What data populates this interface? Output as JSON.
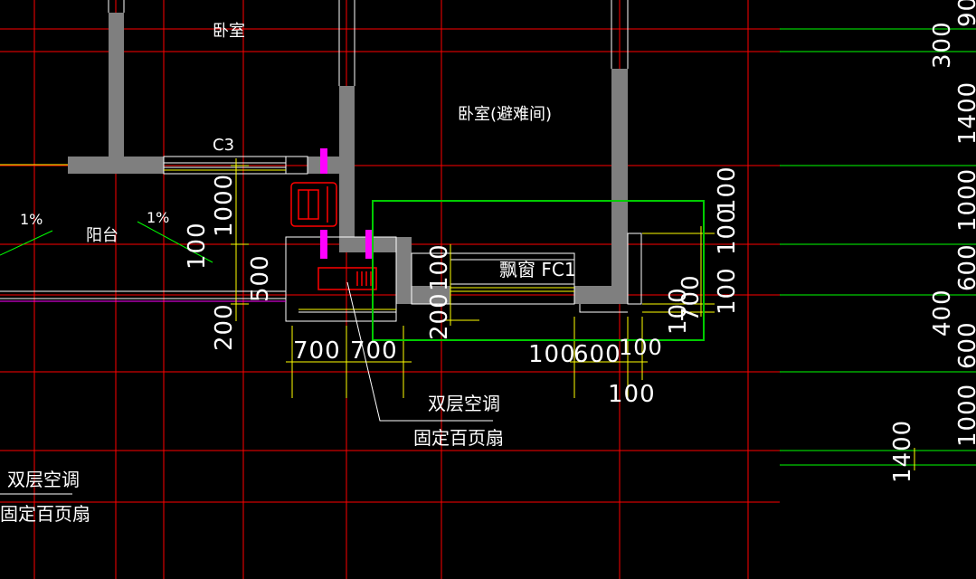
{
  "rooms": {
    "bedroom_top": "卧室",
    "bedroom_refuge": "卧室(避难间)",
    "balcony": "阳台"
  },
  "window_tags": {
    "c3": "C3",
    "bay_window": "飘窗 FC1"
  },
  "slopes": {
    "left": "1%",
    "right": "1%"
  },
  "notes": {
    "ac_line1": "双层空调",
    "ac_line2": "固定百页扇",
    "ac_left_line1": "双层空调",
    "ac_left_line2": "固定百页扇"
  },
  "dims": {
    "d_1000_left": "1000",
    "d_100_left": "100",
    "d_500": "500",
    "d_200_left": "200",
    "d_700_a": "700",
    "d_700_b": "700",
    "d_200_mid": "200",
    "d_100_mid": "100",
    "d_100_bot_a": "100",
    "d_600_bot": "600",
    "d_100_bot_b": "100",
    "d_100_bot_c": "100",
    "d_100_r1": "100",
    "d_100_r2": "100",
    "d_700_r": "700",
    "d_100_r3": "100",
    "d_100_r4": "100",
    "far_300": "300",
    "far_900": "90",
    "far_1400": "1400",
    "far_1000a": "1000",
    "far_600a": "600",
    "far_400": "400",
    "far_600b": "600",
    "far_1000b": "1000",
    "far_1400b": "1400"
  },
  "colors": {
    "grid": "#ff0000",
    "dim": "#ffff00",
    "wall": "#7f7f7f",
    "highlight": "#00cc00",
    "pipe": "#ff00ff",
    "green_line": "#00ff00"
  }
}
